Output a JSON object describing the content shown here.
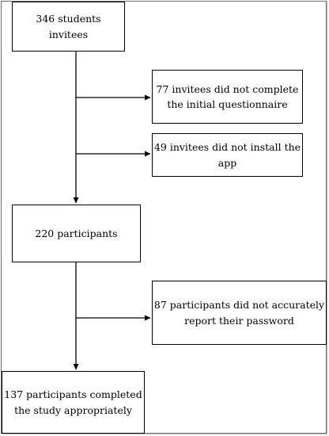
{
  "flowchart": {
    "nodes": [
      {
        "id": "invitees",
        "text": "346 students\ninvitees"
      },
      {
        "id": "no-questionnaire",
        "text": "77 invitees did not complete\nthe initial questionnaire"
      },
      {
        "id": "no-install",
        "text": "49 invitees did not install the\napp"
      },
      {
        "id": "participants",
        "text": "220 participants"
      },
      {
        "id": "no-password",
        "text": "87 participants did not accurately\nreport their password"
      },
      {
        "id": "completed",
        "text": "137 participants completed\nthe study appropriately"
      }
    ],
    "edges": [
      {
        "from": "invitees",
        "to": "no-questionnaire"
      },
      {
        "from": "invitees",
        "to": "no-install"
      },
      {
        "from": "invitees",
        "to": "participants"
      },
      {
        "from": "participants",
        "to": "no-password"
      },
      {
        "from": "participants",
        "to": "completed"
      }
    ],
    "colors": {
      "line": "#000000",
      "frame": "#6e6e6e",
      "background": "#ffffff"
    }
  }
}
